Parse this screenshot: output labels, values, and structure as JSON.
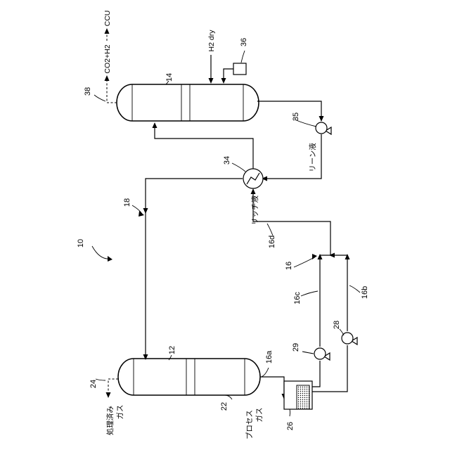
{
  "figure": {
    "labels": {
      "lbl_10": "10",
      "lbl_12": "12",
      "lbl_14": "14",
      "lbl_16": "16",
      "lbl_16a": "16a",
      "lbl_16b": "16b",
      "lbl_16c": "16c",
      "lbl_16d": "16d",
      "lbl_18": "18",
      "lbl_22": "22",
      "lbl_24": "24",
      "lbl_26": "26",
      "lbl_28": "28",
      "lbl_29": "29",
      "lbl_34": "34",
      "lbl_35": "35",
      "lbl_36": "36",
      "lbl_38": "38"
    },
    "text": {
      "co2_h2": "CO2+H2",
      "ccu": "CCU",
      "h2_dry": "H2 dry",
      "lean_liquid": "リーン液",
      "rich_liquid": "リッチ液",
      "process_gas_line1": "プロセス",
      "process_gas_line2": "ガス",
      "treated_gas_line1": "処理済み",
      "treated_gas_line2": "ガス"
    }
  }
}
